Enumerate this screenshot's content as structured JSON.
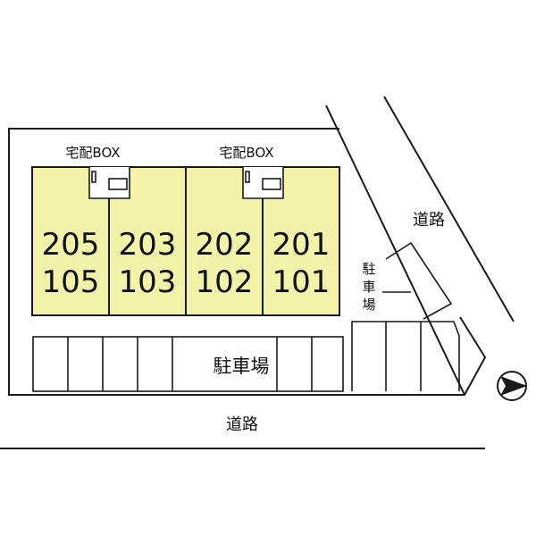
{
  "delivery_box_labels": [
    "宅配BOX",
    "宅配BOX"
  ],
  "units": [
    {
      "upper": "205",
      "lower": "105"
    },
    {
      "upper": "203",
      "lower": "103"
    },
    {
      "upper": "202",
      "lower": "102"
    },
    {
      "upper": "201",
      "lower": "101"
    }
  ],
  "parking_main_label": "駐車場",
  "parking_side_label_chars": [
    "駐",
    "車",
    "場"
  ],
  "road_right_label": "道路",
  "road_bottom_label": "道路",
  "colors": {
    "unit_fill": "#f2f2a8",
    "line": "#1a1a1a"
  },
  "icons": {
    "north_arrow": "north-arrow-icon"
  }
}
